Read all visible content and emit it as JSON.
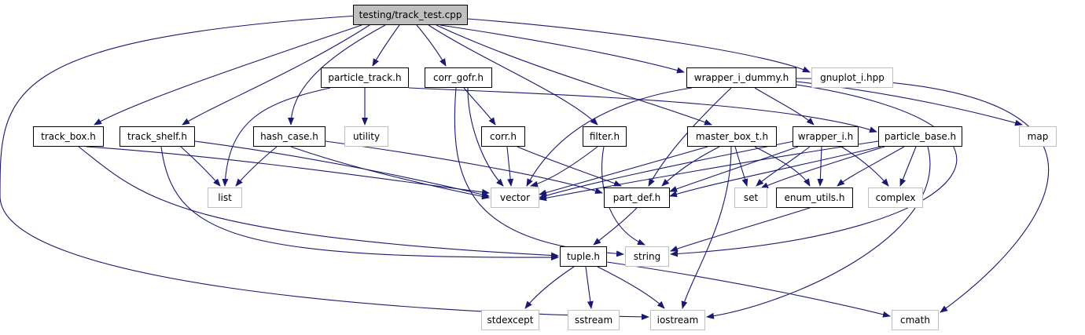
{
  "colors": {
    "edge": "#191970",
    "root_fill": "#bfbfbf",
    "external_border": "#bfbfbf",
    "internal_border": "#000000"
  },
  "nodes": {
    "track_test": "testing/track_test.cpp",
    "particle_track": "particle_track.h",
    "corr_gofr": "corr_gofr.h",
    "wrapper_i_dummy": "wrapper_i_dummy.h",
    "gnuplot_i": "gnuplot_i.hpp",
    "track_box": "track_box.h",
    "track_shelf": "track_shelf.h",
    "hash_case": "hash_case.h",
    "utility": "utility",
    "corr": "corr.h",
    "filter": "filter.h",
    "master_box_t": "master_box_t.h",
    "wrapper_i": "wrapper_i.h",
    "particle_base": "particle_base.h",
    "map": "map",
    "list": "list",
    "vector": "vector",
    "part_def": "part_def.h",
    "set": "set",
    "enum_utils": "enum_utils.h",
    "complex": "complex",
    "string": "string",
    "tuple": "tuple.h",
    "stdexcept": "stdexcept",
    "sstream": "sstream",
    "iostream": "iostream",
    "cmath": "cmath"
  }
}
